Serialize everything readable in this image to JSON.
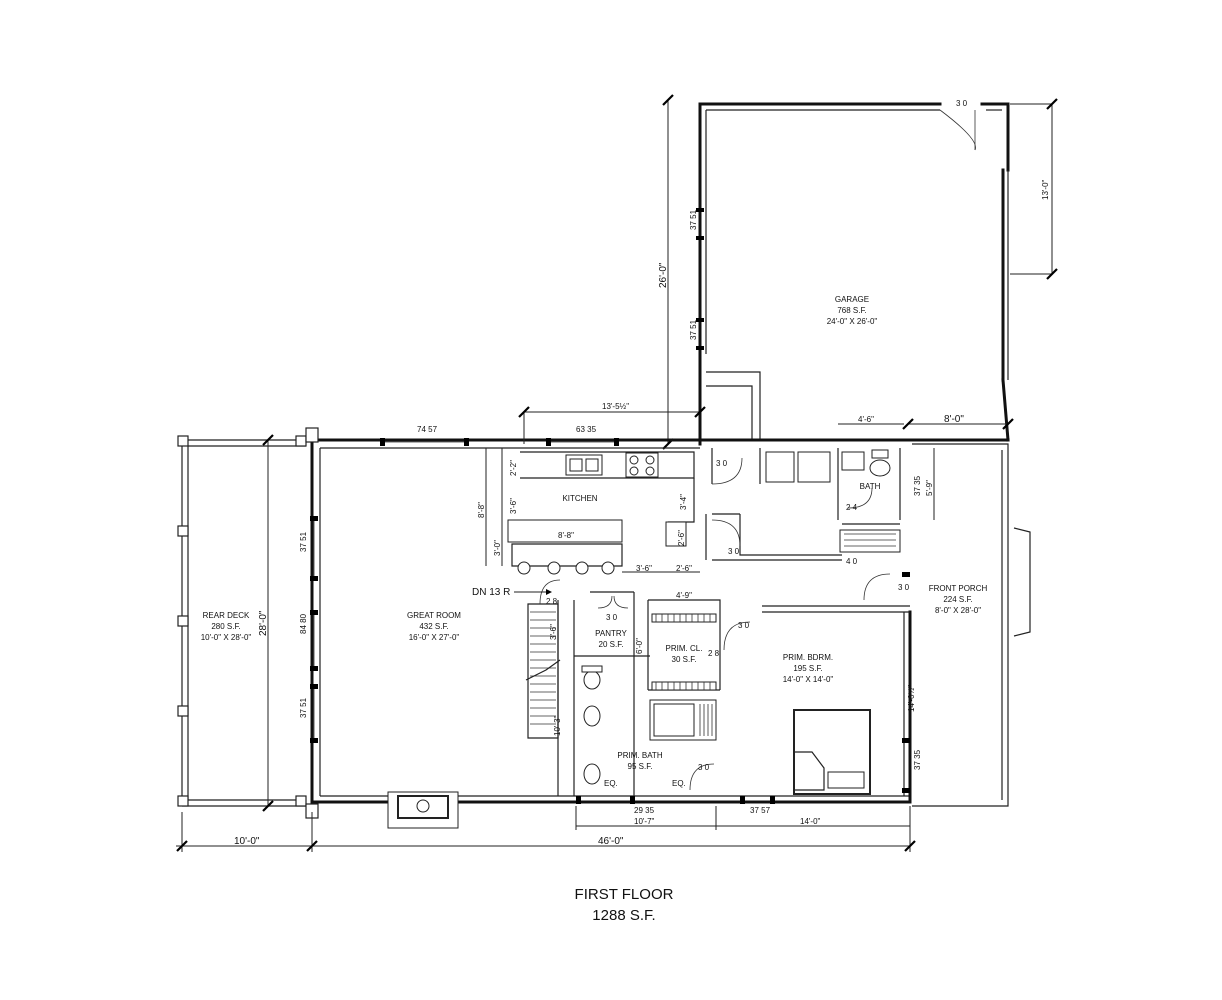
{
  "title": {
    "line1": "FIRST FLOOR",
    "line2": "1288 S.F."
  },
  "rooms": {
    "garage": {
      "name": "GARAGE",
      "area": "768 S.F.",
      "size": "24'-0\" X 26'-0\""
    },
    "kitchen": {
      "name": "KITCHEN"
    },
    "bath": {
      "name": "BATH"
    },
    "rear_deck": {
      "name": "REAR DECK",
      "area": "280 S.F.",
      "size": "10'-0\" X 28'-0\""
    },
    "great_room": {
      "name": "GREAT ROOM",
      "area": "432 S.F.",
      "size": "16'-0\" X 27'-0\""
    },
    "pantry": {
      "name": "PANTRY",
      "area": "20 S.F."
    },
    "prim_cl": {
      "name": "PRIM. CL.",
      "area": "30 S.F."
    },
    "prim_bdrm": {
      "name": "PRIM. BDRM.",
      "area": "195 S.F.",
      "size": "14'-0\" X 14'-0\""
    },
    "prim_bath": {
      "name": "PRIM. BATH",
      "area": "95 S.F."
    },
    "front_porch": {
      "name": "FRONT PORCH",
      "area": "224 S.F.",
      "size": "8'-0\" X 28'-0\""
    }
  },
  "stair_label": "DN 13 R",
  "dimensions": {
    "garage_depth": "26'-0\"",
    "garage_door": "13'-0\"",
    "porch_width": "8'-0\"",
    "kitchen_span": "13'-5½\"",
    "bath_width": "4'-6\"",
    "bath_depth": "5'-9\"",
    "kitchen_depth": "8'-8\"",
    "kitchen_a": "2'-2\"",
    "kitchen_b": "3'-6\"",
    "kitchen_c": "3'-0\"",
    "island": "8'-8\"",
    "kitchen_d": "3'-4\"",
    "kitchen_e": "2'-6\"",
    "kitchen_f": "3'-6\"",
    "kitchen_g": "2'-6\"",
    "closet_width": "4'-9\"",
    "pantry_depth": "6'-0\"",
    "stair_run": "3'-6\"",
    "bath_depth2": "10'-3\"",
    "bdrm_depth": "14'-0½\"",
    "deck_depth": "28'-0\"",
    "deck_width": "10'-0\"",
    "house_width": "46'-0\"",
    "bath_width2": "10'-7\"",
    "bdrm_width": "14'-0\""
  },
  "window_codes": {
    "w1": "74 57",
    "w2": "63 35",
    "w3": "37 35",
    "w4": "84 80",
    "w5": "37 51",
    "w6": "37 51",
    "w7": "37 51",
    "w8": "37 51",
    "w9": "29 35",
    "w10": "37 57",
    "w11": "37 35"
  },
  "door_codes": {
    "d1": "3 0",
    "d2": "3 0",
    "d3": "2 4",
    "d4": "3 0",
    "d5": "4 0",
    "d6": "3 0",
    "d7": "2 8",
    "d8": "3 0",
    "d9": "3 0",
    "d10": "2 8",
    "d11": "3 0"
  },
  "eq": {
    "left": "EQ.",
    "right": "EQ."
  }
}
